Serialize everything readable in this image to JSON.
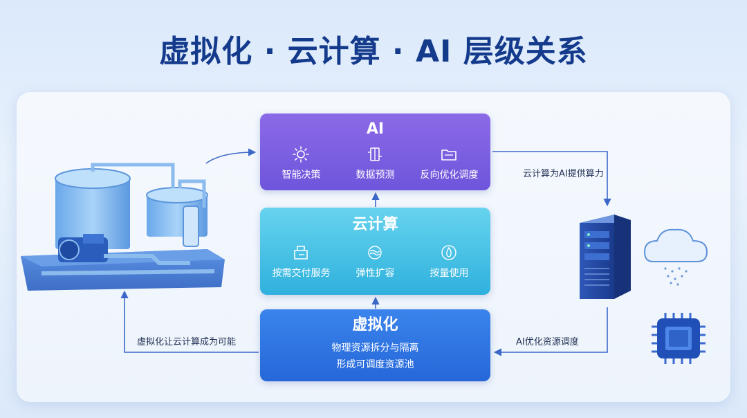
{
  "title": "虚拟化 · 云计算 · AI 层级关系",
  "cards": {
    "ai": {
      "title": "AI",
      "items": [
        {
          "label": "智能决策",
          "icon": "sun-icon"
        },
        {
          "label": "数据预测",
          "icon": "network-icon"
        },
        {
          "label": "反向优化调度",
          "icon": "folder-icon"
        }
      ]
    },
    "cloud": {
      "title": "云计算",
      "items": [
        {
          "label": "按需交付服务",
          "icon": "box-icon"
        },
        {
          "label": "弹性扩容",
          "icon": "waves-icon"
        },
        {
          "label": "按量使用",
          "icon": "flame-icon"
        }
      ]
    },
    "virtualization": {
      "title": "虚拟化",
      "line1": "物理资源拆分与隔离",
      "line2": "形成可调度资源池"
    }
  },
  "annotations": {
    "cloud_to_ai": "云计算为AI提供算力",
    "virt_enables_cloud": "虚拟化让云计算成为可能",
    "ai_optimizes": "AI优化资源调度"
  },
  "colors": {
    "ai_card": "#7b5ee2",
    "cloud_card": "#3cbde3",
    "virt_card": "#2c70e0",
    "title": "#143a8c"
  }
}
